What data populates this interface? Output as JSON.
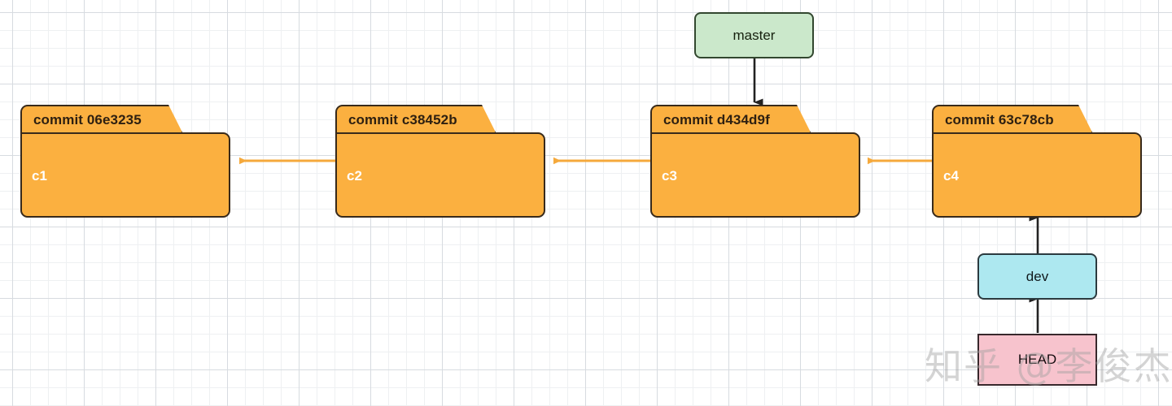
{
  "diagram": {
    "type": "git-commit-graph",
    "background": {
      "grid": true,
      "minor_color": "#eef0f2",
      "major_color": "#d7dbe0",
      "page_color": "#ffffff"
    },
    "colors": {
      "commit_fill": "#fbb040",
      "commit_border": "#382a1b",
      "commit_label": "#ffffff",
      "commit_header_text": "#2e2011",
      "commit_arrow": "#f5a93c",
      "master_fill": "#cbe8cb",
      "master_border": "#32472f",
      "dev_fill": "#ade8f0",
      "dev_border": "#2b3a3f",
      "head_fill": "#f7c3cd",
      "head_border": "#38282c",
      "pointer_arrow": "#222222"
    },
    "commits": [
      {
        "id": "c1",
        "header": "commit 06e3235",
        "label": "c1"
      },
      {
        "id": "c2",
        "header": "commit c38452b",
        "label": "c2"
      },
      {
        "id": "c3",
        "header": "commit d434d9f",
        "label": "c3"
      },
      {
        "id": "c4",
        "header": "commit 63c78cb",
        "label": "c4"
      }
    ],
    "refs": [
      {
        "id": "master",
        "label": "master",
        "points_to": "c3"
      },
      {
        "id": "dev",
        "label": "dev",
        "points_to": "c4"
      },
      {
        "id": "head",
        "label": "HEAD",
        "points_to": "dev"
      }
    ],
    "parent_edges": [
      {
        "from": "c2",
        "to": "c1"
      },
      {
        "from": "c3",
        "to": "c2"
      },
      {
        "from": "c4",
        "to": "c3"
      }
    ],
    "watermark": "知乎 @李俊杰"
  }
}
